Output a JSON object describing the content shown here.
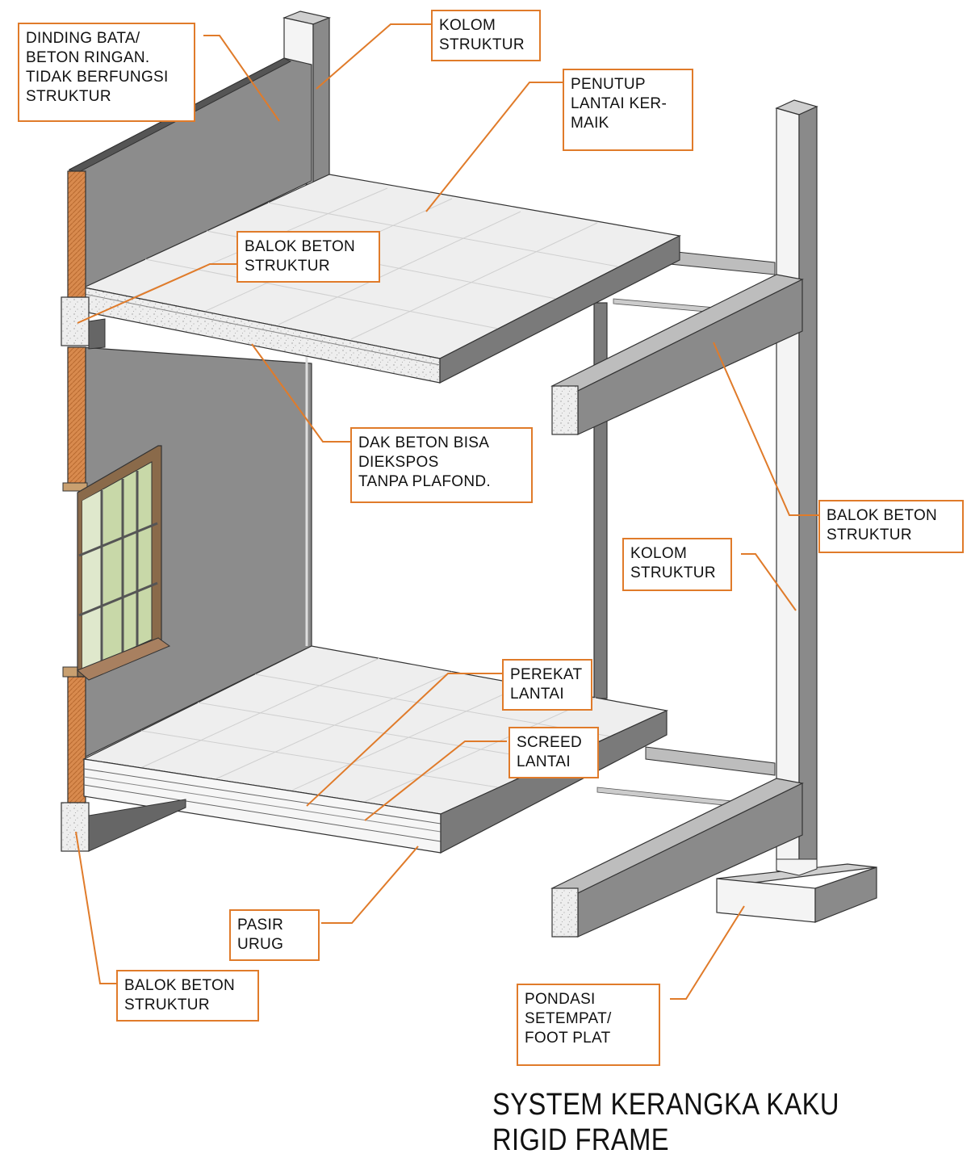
{
  "labels": {
    "dinding": [
      "DINDING BATA/",
      "BETON RINGAN.",
      "TIDAK BERFUNGSI",
      "STRUKTUR"
    ],
    "kolom_top": [
      "KOLOM",
      "STRUKTUR"
    ],
    "penutup": [
      "PENUTUP",
      "LANTAI KER-",
      "MAIK"
    ],
    "balok_upper": [
      "BALOK BETON",
      "STRUKTUR"
    ],
    "dak": [
      "DAK BETON BISA",
      "DIEKSPOS",
      "TANPA PLAFOND."
    ],
    "balok_right": [
      "BALOK BETON",
      "STRUKTUR"
    ],
    "kolom_right": [
      "KOLOM",
      "STRUKTUR"
    ],
    "perekat": [
      "PEREKAT",
      "LANTAI"
    ],
    "screed": [
      "SCREED",
      "LANTAI"
    ],
    "pasir": [
      "PASIR",
      "URUG"
    ],
    "balok_lower": [
      "BALOK BETON",
      "STRUKTUR"
    ],
    "pondasi": [
      "PONDASI",
      "SETEMPAT/",
      "FOOT PLAT"
    ]
  },
  "title": [
    "SYSTEM KERANGKA KAKU",
    "RIGID FRAME"
  ],
  "colors": {
    "accent": "#e07b2a",
    "wall": "#8c8c8c",
    "tile": "#eeeeee",
    "concrete": "#d9d9d9",
    "brick": "#d88a4e",
    "window_frame": "#8a6a4a",
    "glass": "#c8d8a8"
  }
}
